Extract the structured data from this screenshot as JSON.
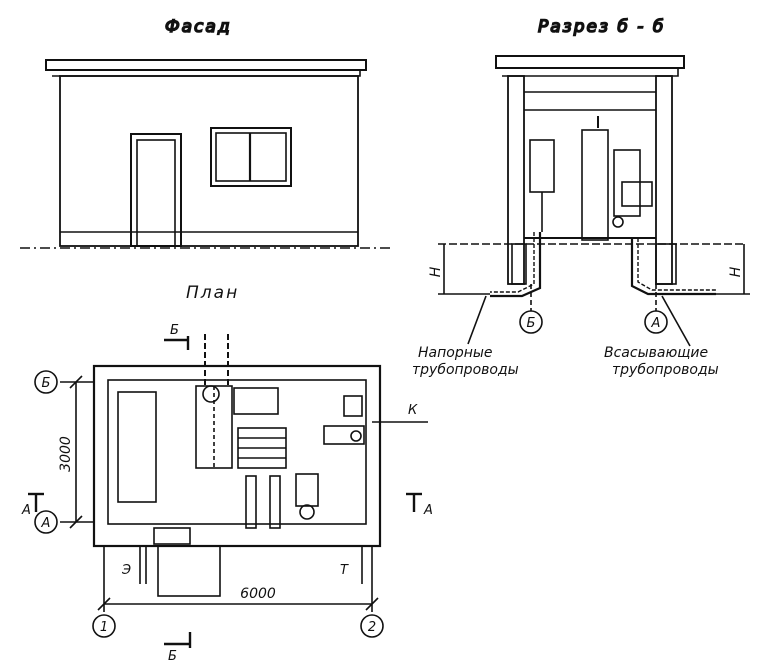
{
  "titles": {
    "facade": "Фасад",
    "section": "Разрез б - б",
    "plan": "План"
  },
  "section": {
    "axis_b": "Б",
    "axis_a": "А",
    "height_left": "H",
    "height_right": "H",
    "note_left_line1": "Напорные",
    "note_left_line2": "трубопроводы",
    "note_right_line1": "Всасывающие",
    "note_right_line2": "трубопроводы"
  },
  "plan": {
    "axis_b": "Б",
    "axis_a": "А",
    "axis_1": "1",
    "axis_2": "2",
    "dim_height": "3000",
    "dim_width": "6000",
    "cut_b_top": "Б",
    "cut_b_bottom": "Б",
    "cut_a_left": "А",
    "cut_a_right": "А",
    "label_k": "К",
    "label_e": "Э",
    "label_t": "Т"
  }
}
